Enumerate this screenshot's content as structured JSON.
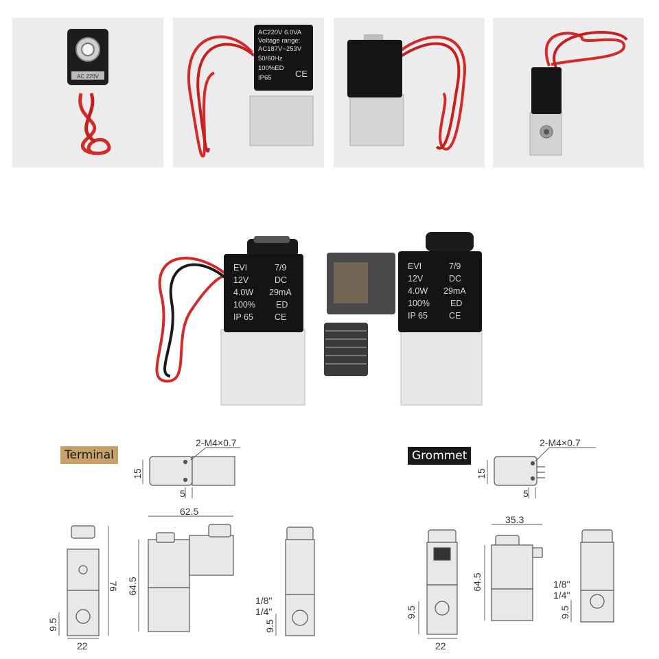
{
  "photos": {
    "p1": {
      "coil_label": "AC 220V"
    },
    "p2": {
      "label_lines": [
        "AC220V 6.0VA",
        "Voltage range:",
        "AC187V~253V",
        "50/60Hz",
        "100%ED",
        "IP65"
      ],
      "ce": "CE"
    },
    "center": {
      "left_label": [
        "EVI",
        "7/9",
        "12V",
        "DC",
        "4.0W",
        "29mA",
        "100%",
        "ED",
        "IP 65",
        "CE"
      ],
      "right_label": [
        "EVI",
        "7/9",
        "12V",
        "DC",
        "4.0W",
        "29mA",
        "100%",
        "ED",
        "IP 65",
        "CE"
      ]
    }
  },
  "terminal": {
    "badge": "Terminal",
    "badge_bg": "#c8a06a",
    "thread": "2-M4×0.7",
    "dim_15": "15",
    "dim_5": "5",
    "dim_62_5": "62.5",
    "dim_64_5": "64.5",
    "dim_76": "76",
    "dim_9_5_a": "9.5",
    "dim_22": "22",
    "port_1_8": "1/8\"",
    "port_1_4": "1/4\"",
    "dim_9_5_b": "9.5"
  },
  "grommet": {
    "badge": "Grommet",
    "badge_bg": "#1a1a1a",
    "thread": "2-M4×0.7",
    "dim_15": "15",
    "dim_5": "5",
    "dim_35_3": "35.3",
    "dim_64_5": "64.5",
    "dim_9_5_a": "9.5",
    "dim_22": "22",
    "port_1_8": "1/8\"",
    "port_1_4": "1/4\"",
    "dim_9_5_b": "9.5"
  }
}
